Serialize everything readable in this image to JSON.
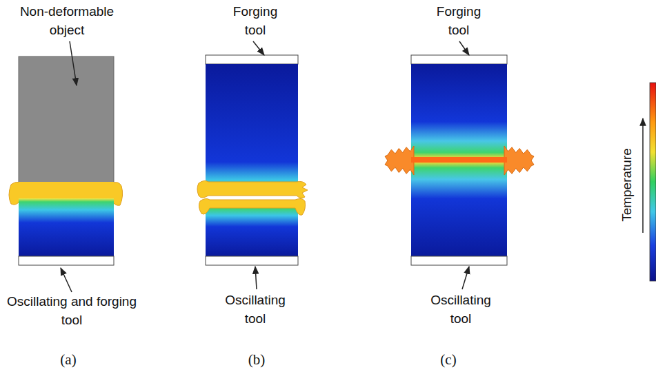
{
  "diagram": {
    "labels": [
      "Non-deformable object",
      "Oscillating and forging tool",
      "Forging tool",
      "Oscillating tool",
      "Forging tool",
      "Oscillating tool",
      "(a)",
      "(b)",
      "(c)",
      "Temperature"
    ]
  }
}
